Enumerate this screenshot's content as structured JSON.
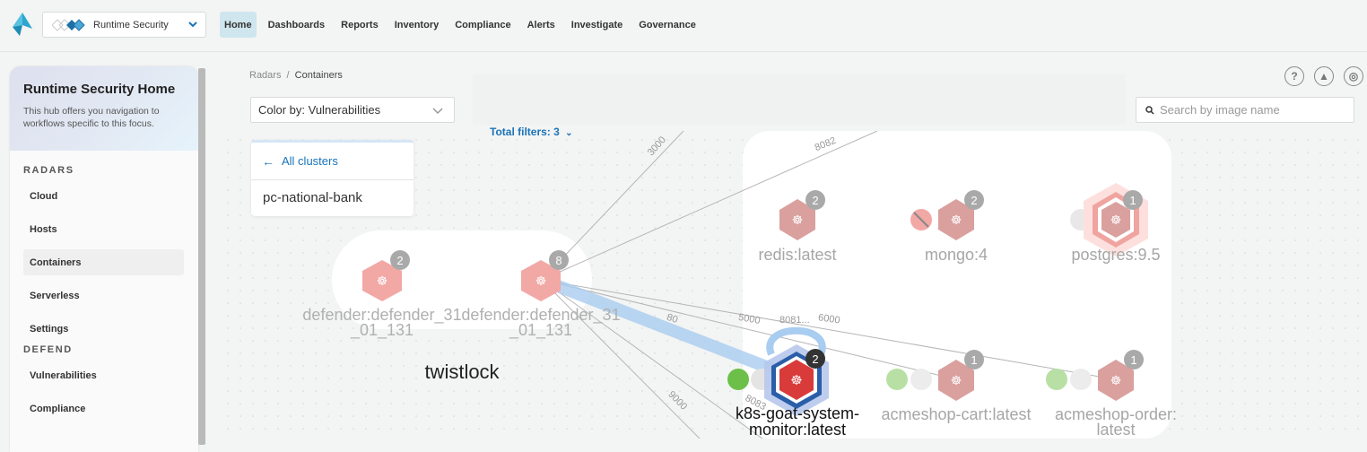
{
  "topbar": {
    "app_selector": {
      "label": "Runtime Security"
    },
    "nav": [
      {
        "label": "Home",
        "active": true
      },
      {
        "label": "Dashboards"
      },
      {
        "label": "Reports"
      },
      {
        "label": "Inventory"
      },
      {
        "label": "Compliance"
      },
      {
        "label": "Alerts"
      },
      {
        "label": "Investigate"
      },
      {
        "label": "Governance"
      }
    ]
  },
  "sidebar": {
    "title": "Runtime Security Home",
    "description": "This hub offers you navigation to workflows specific to this focus.",
    "sections": [
      {
        "heading": "RADARS",
        "items": [
          {
            "label": "Cloud"
          },
          {
            "label": "Hosts"
          },
          {
            "label": "Containers",
            "active": true
          },
          {
            "label": "Serverless"
          },
          {
            "label": "Settings"
          }
        ]
      },
      {
        "heading": "DEFEND",
        "items": [
          {
            "label": "Vulnerabilities"
          },
          {
            "label": "Compliance"
          }
        ]
      }
    ]
  },
  "main": {
    "breadcrumb": {
      "parent": "Radars",
      "separator": "/",
      "current": "Containers"
    },
    "color_by": "Color by: Vulnerabilities",
    "total_filters": "Total filters: 3",
    "search": {
      "placeholder": "Search by image name",
      "value": ""
    },
    "header_icons": [
      "help-icon",
      "bell-icon",
      "radar-icon"
    ],
    "cluster_panel": {
      "back_label": "All clusters",
      "cluster": "pc-national-bank"
    },
    "graph": {
      "namespaces": [
        {
          "label": "twistlock"
        }
      ],
      "nodes": [
        {
          "id": "def1",
          "label1": "defender:defender_31",
          "label2": "_01_131",
          "count": "2"
        },
        {
          "id": "def2",
          "label1": "defender:defender_31",
          "label2": "_01_131",
          "count": "8"
        },
        {
          "id": "redis",
          "label1": "redis:latest",
          "count": "2"
        },
        {
          "id": "mongo",
          "label1": "mongo:4",
          "count": "2"
        },
        {
          "id": "postgres",
          "label1": "postgres:9.5",
          "count": "1"
        },
        {
          "id": "k8s",
          "label1": "k8s-goat-system-",
          "label2": "monitor:latest",
          "count": "2"
        },
        {
          "id": "cart",
          "label1": "acmeshop-cart:latest",
          "count": "1"
        },
        {
          "id": "order",
          "label1": "acmeshop-order:",
          "label2": "latest",
          "count": "1"
        }
      ],
      "edge_ports": [
        "3000",
        "8082",
        "80",
        "5000",
        "8081...",
        "6000",
        "9000",
        "8083"
      ]
    }
  },
  "colors": {
    "accent": "#1a73b8",
    "nav_active": "#cfe6ef",
    "vuln_high": "#d93a3a",
    "vuln_faded": "#e89e9a",
    "firewall_green": "#6cc04a"
  }
}
